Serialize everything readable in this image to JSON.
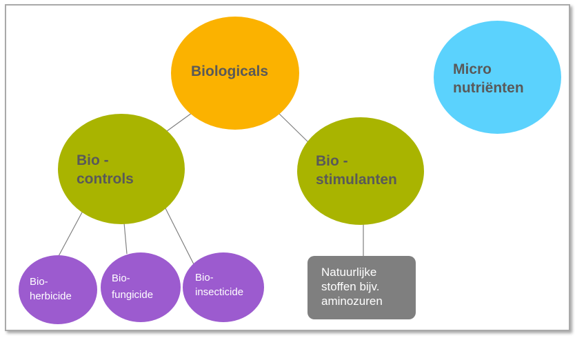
{
  "nodes": {
    "biologicals": {
      "label": "Biologicals",
      "color": "#fbb200",
      "text_color": "#595959"
    },
    "micro": {
      "label": "Micro\nnutriënten",
      "color": "#5bd2fd",
      "text_color": "#595959"
    },
    "biocontrols": {
      "label": "Bio  -\ncontrols",
      "color": "#a9b400",
      "text_color": "#595959"
    },
    "biostimulanten": {
      "label": "Bio  -\nstimulanten",
      "color": "#a9b400",
      "text_color": "#595959"
    },
    "bioherbicide": {
      "label": "Bio-\nherbicide",
      "color": "#9c5bcf",
      "text_color": "#ffffff"
    },
    "biofungicide": {
      "label": "Bio-\nfungicide",
      "color": "#9c5bcf",
      "text_color": "#ffffff"
    },
    "bioinsecticide": {
      "label": "Bio-\ninsecticide",
      "color": "#9c5bcf",
      "text_color": "#ffffff"
    },
    "natuurlijke": {
      "label": "Natuurlijke\nstoffen bijv.\naminozuren",
      "color": "#7f7f7f",
      "text_color": "#ffffff"
    }
  },
  "edges": [
    {
      "from": "biologicals",
      "to": "biocontrols"
    },
    {
      "from": "biologicals",
      "to": "biostimulanten"
    },
    {
      "from": "biocontrols",
      "to": "bioherbicide"
    },
    {
      "from": "biocontrols",
      "to": "biofungicide"
    },
    {
      "from": "biocontrols",
      "to": "bioinsecticide"
    },
    {
      "from": "biostimulanten",
      "to": "natuurlijke"
    }
  ],
  "colors": {
    "edge": "#7f7f7f",
    "frame_border": "#a9a9a9"
  }
}
